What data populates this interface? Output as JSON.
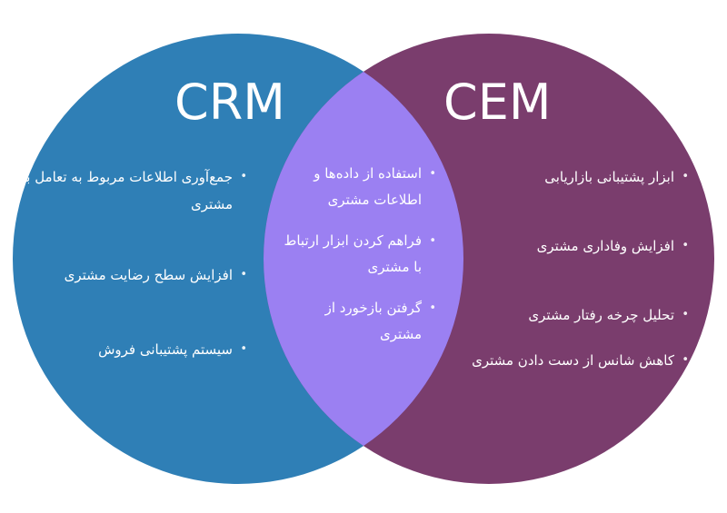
{
  "colors": {
    "crm_circle": "#2f7fb6",
    "cem_circle": "#7a3d6d",
    "overlap": "#9b80f2",
    "text": "#ffffff"
  },
  "crm": {
    "title": "CRM",
    "items": [
      "جمع‌آوری اطلاعات مربوط به تعامل با مشتری",
      "افزایش سطح رضایت مشتری",
      "سیستم پشتیبانی فروش"
    ]
  },
  "both": {
    "items": [
      "استفاده از داده‌ها و اطلاعات مشتری",
      "فراهم کردن ابزار ارتباط با مشتری",
      "گرفتن بازخورد از مشتری"
    ]
  },
  "cem": {
    "title": "CEM",
    "items": [
      "ابزار پشتیبانی بازاریابی",
      "افزایش وفاداری مشتری",
      "تحلیل چرخه رفتار مشتری",
      "کاهش شانس از دست دادن مشتری"
    ]
  }
}
